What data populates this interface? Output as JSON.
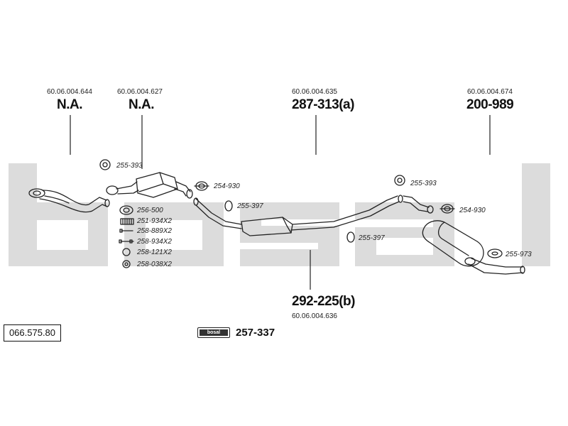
{
  "watermark": "bosal",
  "top_labels": [
    {
      "ref": "60.06.004.644",
      "code": "N.A."
    },
    {
      "ref": "60.06.004.627",
      "code": "N.A."
    },
    {
      "ref": "60.06.004.635",
      "code": "287-313(a)"
    },
    {
      "ref": "60.06.004.674",
      "code": "200-989"
    }
  ],
  "bottom_label": {
    "code": "292-225(b)",
    "ref": "60.06.004.636"
  },
  "part_labels": {
    "gasket_front": "255-393",
    "clamp_front": "254-930",
    "ring_front": "255-397",
    "gasket_rear": "255-393",
    "clamp_rear": "254-930",
    "ring_rear": "255-397",
    "hanger_rear": "255-973"
  },
  "kit_list": [
    "256-500",
    "251-934X2",
    "258-889X2",
    "258-934X2",
    "258-121X2",
    "258-038X2"
  ],
  "diagram_number": "066.575.80",
  "kit": {
    "badge": "bosal",
    "code": "257-337"
  }
}
